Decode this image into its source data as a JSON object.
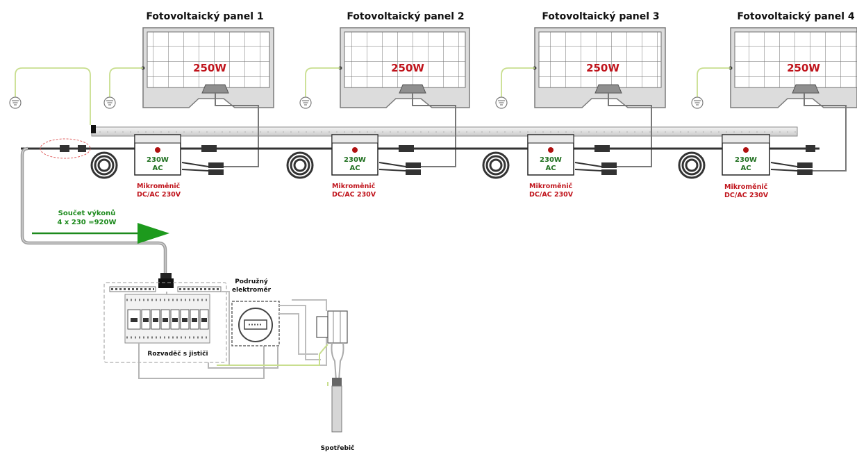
{
  "panels": [
    {
      "title": "Fotovoltaický panel 1",
      "power": "250W"
    },
    {
      "title": "Fotovoltaický panel 2",
      "power": "250W"
    },
    {
      "title": "Fotovoltaický panel 3",
      "power": "250W"
    },
    {
      "title": "Fotovoltaický panel 4",
      "power": "250W"
    }
  ],
  "inverters": [
    {
      "rating": "230W",
      "type": "AC",
      "name": "Mikroměnič",
      "spec": "DC/AC 230V"
    },
    {
      "rating": "230W",
      "type": "AC",
      "name": "Mikroměnič",
      "spec": "DC/AC 230V"
    },
    {
      "rating": "230W",
      "type": "AC",
      "name": "Mikroměnič",
      "spec": "DC/AC 230V"
    },
    {
      "rating": "230W",
      "type": "AC",
      "name": "Mikroměnič",
      "spec": "DC/AC 230V"
    }
  ],
  "sum": {
    "line1": "Součet výkonů",
    "line2": "4 x 230 =920W"
  },
  "distribution_board": {
    "label": "Rozvaděč s jističi"
  },
  "sub_meter": {
    "line1": "Podružný",
    "line2": "elektroměr"
  },
  "appliance": {
    "label": "Spotřebič"
  },
  "colors": {
    "accent_red": "#c0141c",
    "accent_green": "#1d8a1d",
    "cable_gray": "#9a9a9a",
    "earth_green": "#c8de8e"
  }
}
